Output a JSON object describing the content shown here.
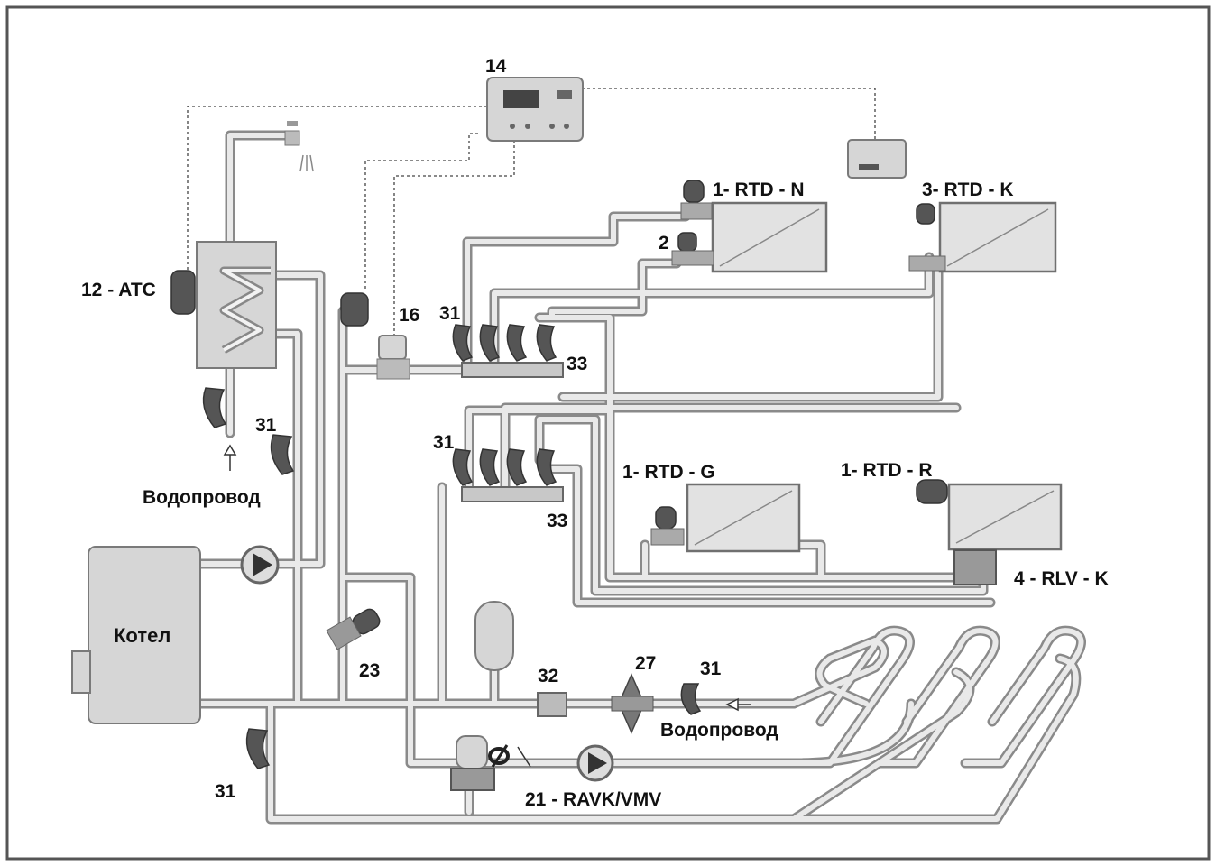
{
  "labels": {
    "controller": "14",
    "rtd_n": "1- RTD - N",
    "rtd_k": "3- RTD - K",
    "valve2": "2",
    "atc": "12 - ATC",
    "n16": "16",
    "m31_top": "31",
    "m33_top": "33",
    "m31_mid": "31",
    "m33_mid": "33",
    "tap31": "31",
    "water_left": "Водопровод",
    "rtd_g": "1- RTD - G",
    "rtd_r": "1- RTD - R",
    "rlv": "4 - RLV - K",
    "boiler": "Котел",
    "n23": "23",
    "n32": "32",
    "n27": "27",
    "n31_right": "31",
    "water_right": "Водопровод",
    "n31_bottom": "31",
    "ravk": "21 - RAVK/VMV"
  }
}
